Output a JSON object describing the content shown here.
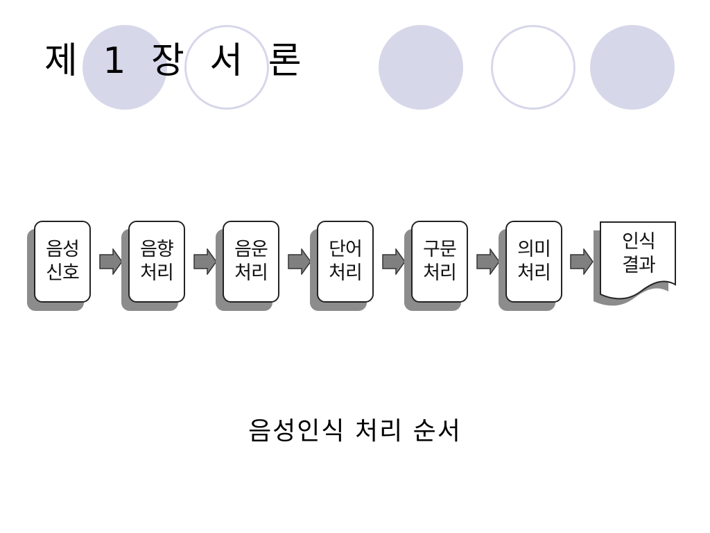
{
  "title": "제 1 장 서 론",
  "steps": [
    {
      "line1": "음성",
      "line2": "신호"
    },
    {
      "line1": "음향",
      "line2": "처리"
    },
    {
      "line1": "음운",
      "line2": "처리"
    },
    {
      "line1": "단어",
      "line2": "처리"
    },
    {
      "line1": "구문",
      "line2": "처리"
    },
    {
      "line1": "의미",
      "line2": "처리"
    }
  ],
  "result": {
    "line1": "인식",
    "line2": "결과"
  },
  "caption": "음성인식 처리 순서",
  "colors": {
    "circle_fill": "#d7d7ea",
    "circle_outline": "#d7d7ea",
    "arrow_fill": "#808080",
    "shadow": "#8c8c8c"
  }
}
